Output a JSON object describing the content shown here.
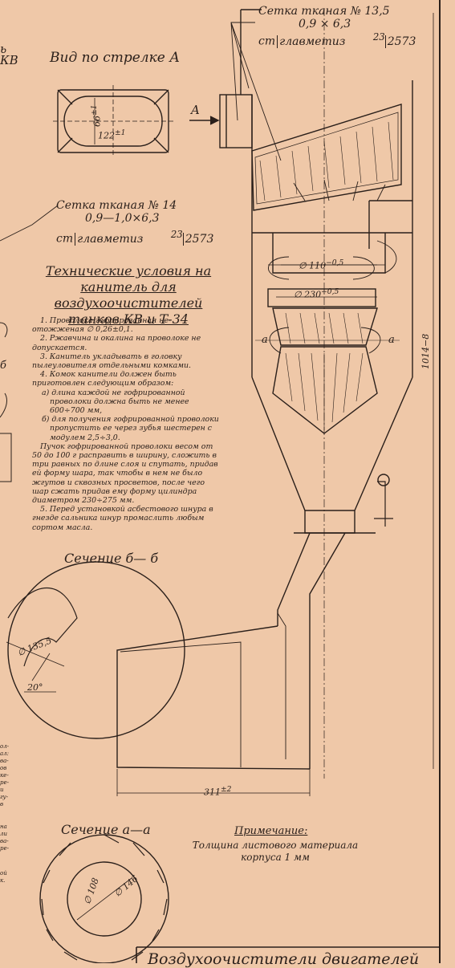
{
  "view_title": "Вид по стрелке А",
  "arrow_label": "A",
  "mesh_top": {
    "line1": "Сетка тканая № 13,5",
    "line2": "0,9 × 6,3",
    "std": "ст",
    "org": "главметиз",
    "num_sup": "23",
    "num": "2573"
  },
  "mesh_left": {
    "line1": "Сетка тканая № 14",
    "line2": "0,9—1,0×6,3",
    "std": "ст",
    "org": "главметиз",
    "num_sup": "23",
    "num": "2573"
  },
  "heading": "Технические условия на канитель для воздухоочистителей танков КВ и Т-34",
  "spec_items": [
    "1. Проволока гофрированная не отожженая ∅ 0,26±0,1.",
    "2. Ржавчина и окалина на проволоке не допускается.",
    "3. Канитель укладывать в головку пылеуловителя отдельными комками.",
    "4. Комок канители должен быть приготовлен следующим образом:",
    "а) длина каждой не гофрированной проволоки должна быть не менее 600÷700 мм,",
    "б) для получения гофрированной проволоки пропустить ее через зубья шестерен с модулем 2,5÷3,0.",
    "Пучок гофрированной проволоки весом от 50 до 100 г расправить в ширину, сложить в три равных по длине слоя и спутать, придав ей форму шара, так чтобы в нем не было жгутов и сквозных просветов, после чего шар сжать придав ему форму цилиндра диаметром 230÷275 мм.",
    "5. Перед установкой асбестового шнура в гнезде сальника шнур промаслить любым сортом масла."
  ],
  "section_b": "Сечение б— б",
  "section_a": "Сечение а—а",
  "note_title": "Примечание:",
  "note_text": "Толщина листового материала корпуса 1 мм",
  "footer_title": "Воздухоочистители двигателей",
  "dims": {
    "d110": "∅ 110",
    "d110_tol": "−0,5",
    "d230": "∅ 230",
    "d230_tol": "+0,5",
    "height": "1014",
    "height_tol": "−8",
    "width": "311",
    "width_tol": "±2",
    "oval_w": "122",
    "oval_w_tol": "±1",
    "oval_h": "66",
    "oval_h_tol": "±1",
    "sec_b_d": "∅ 135,5",
    "sec_b_ang": "20°",
    "sec_a_d1": "∅ 108",
    "sec_a_d2": "∅ 146",
    "mark_a": "a",
    "mark_b": "б"
  },
  "left_edge": {
    "top_letters": "ь\nКВ",
    "mid_letters": "ол-\nал:\nва-\nов\nке-\nре-\nи\nгу-\nв",
    "low_letters": "на\nли\nва-\nре-",
    "bottom_letters": "ой\nк."
  },
  "colors": {
    "paper": "#efc8a8",
    "ink": "#2a1f1a"
  }
}
